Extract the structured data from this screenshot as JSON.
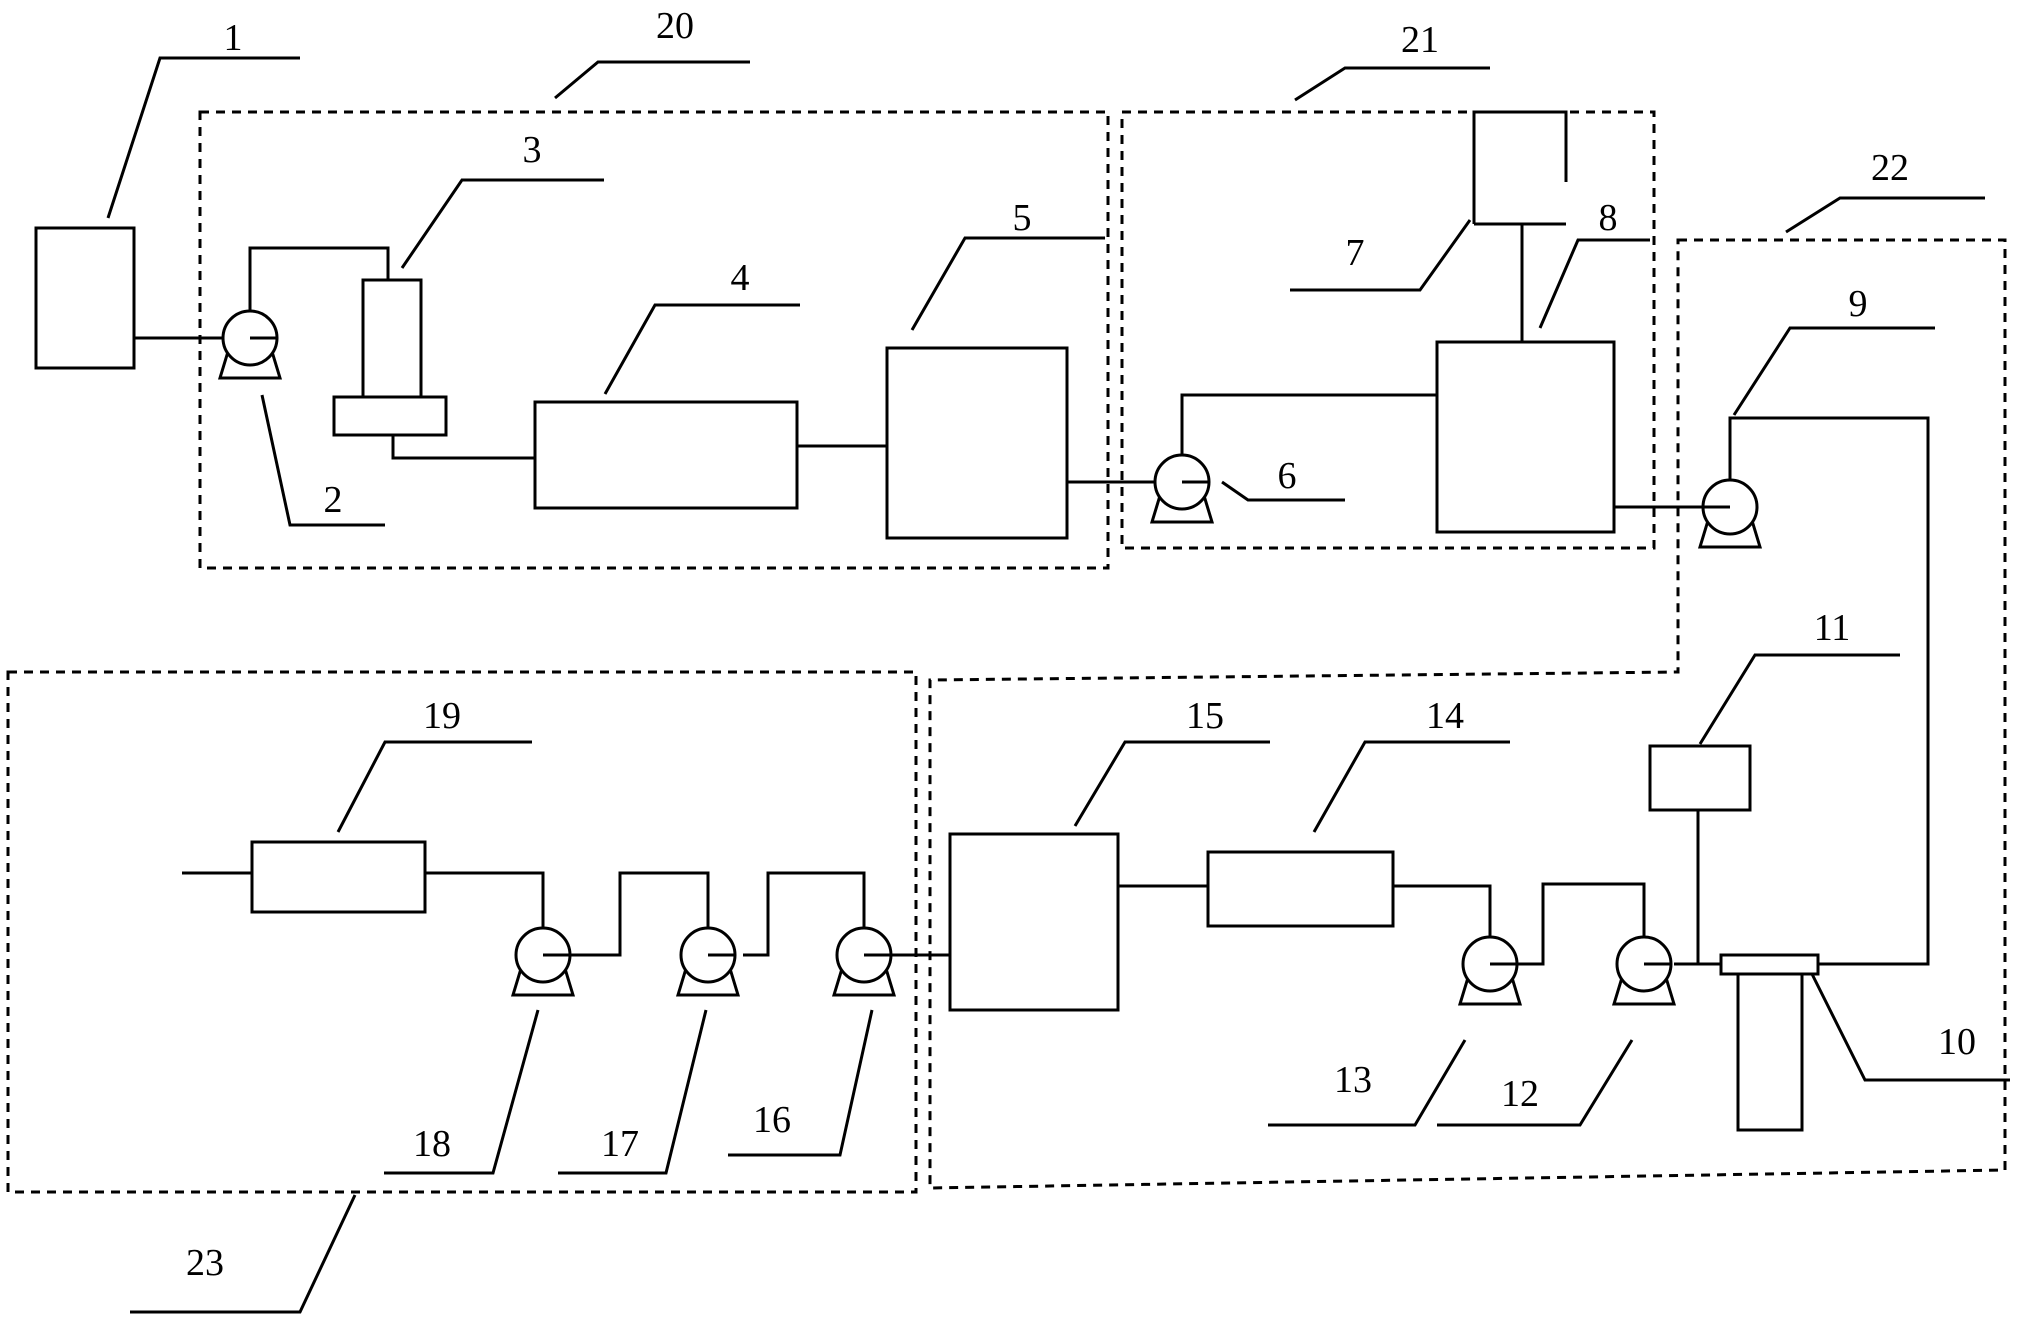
{
  "labels": {
    "n1": "1",
    "n2": "2",
    "n3": "3",
    "n4": "4",
    "n5": "5",
    "n6": "6",
    "n7": "7",
    "n8": "8",
    "n9": "9",
    "n10": "10",
    "n11": "11",
    "n12": "12",
    "n13": "13",
    "n14": "14",
    "n15": "15",
    "n16": "16",
    "n17": "17",
    "n18": "18",
    "n19": "19",
    "n20": "20",
    "n21": "21",
    "n22": "22",
    "n23": "23"
  }
}
